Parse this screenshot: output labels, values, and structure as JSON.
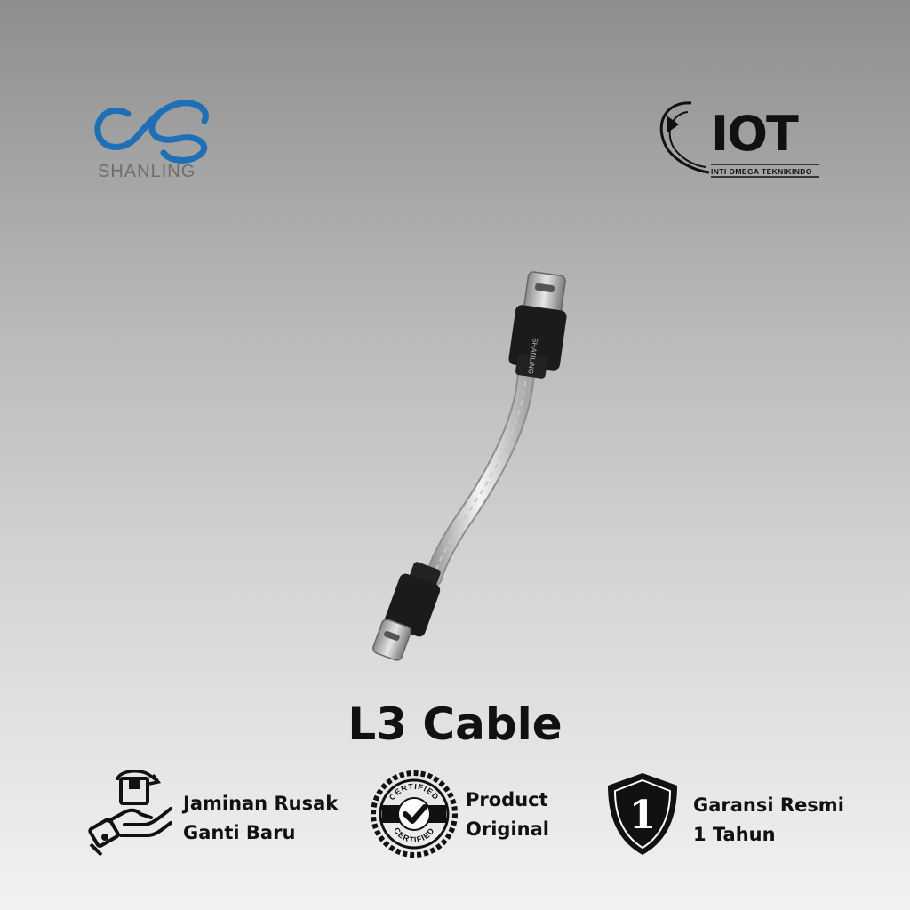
{
  "brand": {
    "name": "SHANLING",
    "logo_color": "#1e6fb5"
  },
  "distributor": {
    "mark": "IOT",
    "name": "INTI OMEGA TEKNIKINDO"
  },
  "product": {
    "title": "L3 Cable",
    "cable_logo": "SHANLING"
  },
  "features": [
    {
      "icon": "hand-box-icon",
      "line1": "Jaminan Rusak",
      "line2": "Ganti Baru"
    },
    {
      "icon": "certified-badge-icon",
      "badge_text": "CERTIFIED",
      "line1": "Product",
      "line2": "Original"
    },
    {
      "icon": "shield-one-icon",
      "shield_number": "1",
      "line1": "Garansi Resmi",
      "line2": "1 Tahun"
    }
  ]
}
